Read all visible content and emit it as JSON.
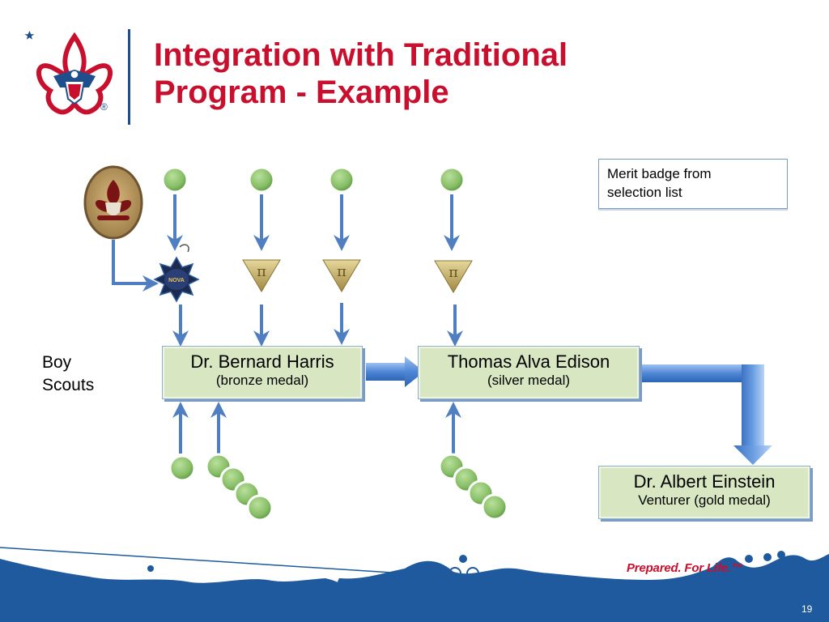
{
  "slide": {
    "title_line1": "Integration with Traditional",
    "title_line2": "Program - Example",
    "page_number": "19",
    "brand_tagline": "Prepared. For Life.™",
    "logo_mark": "®"
  },
  "legend": {
    "text_line1": "Merit badge from",
    "text_line2": "selection list",
    "icon": "green-circle-icon"
  },
  "row_label": {
    "line1": "Boy",
    "line2": "Scouts"
  },
  "awards": {
    "harris": {
      "name": "Dr. Bernard Harris",
      "sub": "(bronze medal)"
    },
    "edison": {
      "name": "Thomas Alva Edison",
      "sub": "(silver medal)"
    },
    "einstein": {
      "name": "Dr. Albert Einstein",
      "sub": "Venturer (gold medal)"
    }
  },
  "icons": {
    "first_class_patch": "first-class-patch-icon",
    "nova_emblem": "nova-award-icon",
    "pi_pin": "pi-pin-icon",
    "merit_badge": "green-circle-icon"
  },
  "colors": {
    "title_red": "#c8102e",
    "box_fill": "#d8e7c1",
    "arrow_blue": "#4f81bd",
    "badge_green": "#8dc26f",
    "footer_blue": "#1f5a9e"
  }
}
